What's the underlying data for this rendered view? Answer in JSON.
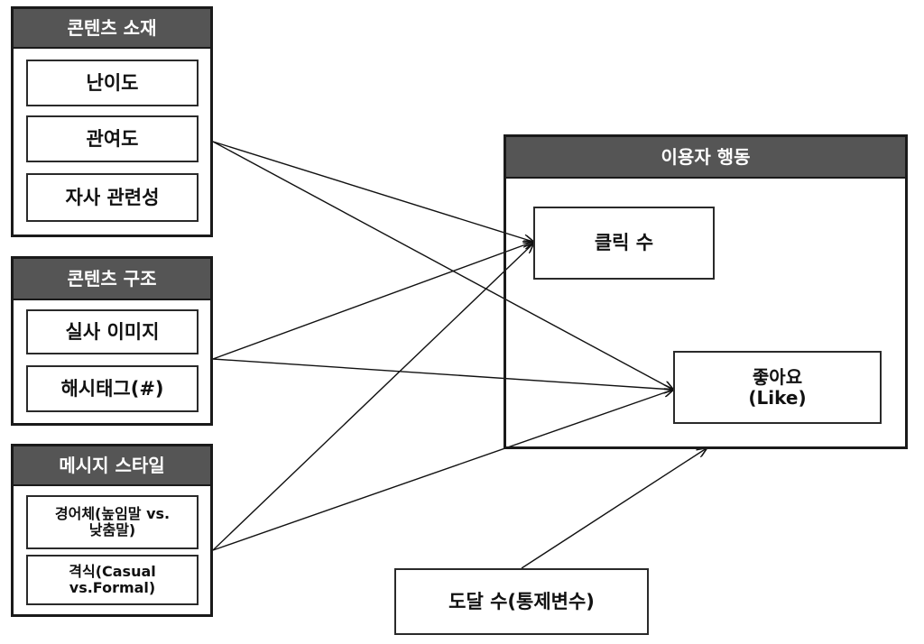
{
  "groups": {
    "content_material": {
      "title": "콘텐츠 소재",
      "items": [
        "난이도",
        "관여도",
        "자사 관련성"
      ]
    },
    "content_structure": {
      "title": "콘텐츠 구조",
      "items": [
        "실사 이미지",
        "해시태그(#)"
      ]
    },
    "message_style": {
      "title": "메시지 스타일",
      "items": [
        "경어체(높임말 vs.\n낮춤말)",
        "격식(Casual\nvs.Formal)"
      ]
    }
  },
  "outcome": {
    "title": "이용자 행동",
    "clicks": "클릭 수",
    "likes": "좋아요\n(Like)"
  },
  "control": {
    "label": "도달 수(통제변수)"
  },
  "colors": {
    "header_bg": "#555555",
    "border": "#1a1a1a",
    "arrow": "#111111"
  }
}
